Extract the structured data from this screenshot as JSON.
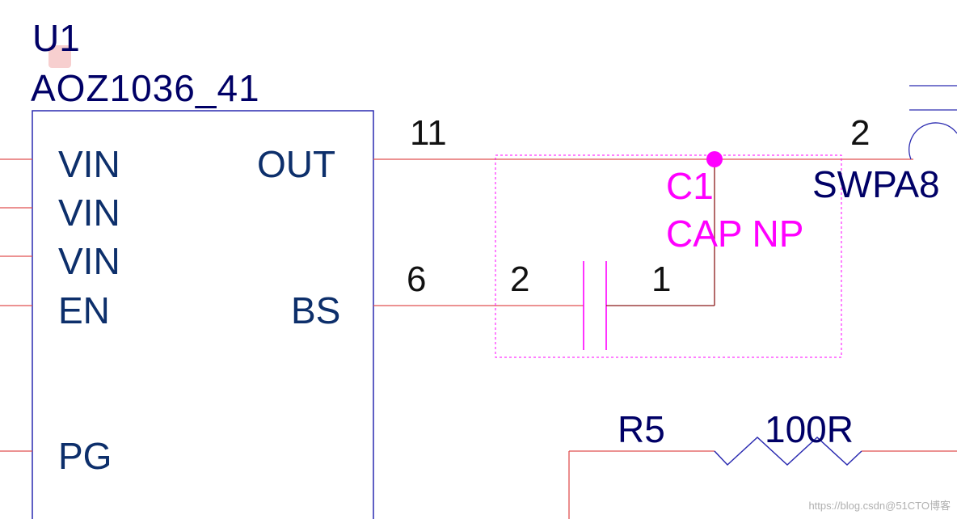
{
  "component_u1": {
    "designator": "U1",
    "part": "AOZ1036_41",
    "left_pins": [
      "VIN",
      "VIN",
      "VIN",
      "EN",
      "PG"
    ],
    "right_pins": [
      "OUT",
      "BS"
    ],
    "pin_numbers": {
      "out": "11",
      "bs": "6"
    }
  },
  "capacitor_c1": {
    "designator": "C1",
    "value": "CAP NP",
    "pin_left": "2",
    "pin_right": "1"
  },
  "connector": {
    "pin": "2",
    "label": "SWPA8"
  },
  "resistor_r5": {
    "designator": "R5",
    "value": "100R"
  },
  "watermark": "https://blog.csdn@51CTO博客",
  "icons": {
    "zoom": "magnify-icon"
  },
  "colors": {
    "part_outline": "#2a2ab0",
    "wire": "#e05050",
    "selection": "#ff00ff",
    "text_navy": "#0d2f6b",
    "highlight": "#ff00ff"
  }
}
